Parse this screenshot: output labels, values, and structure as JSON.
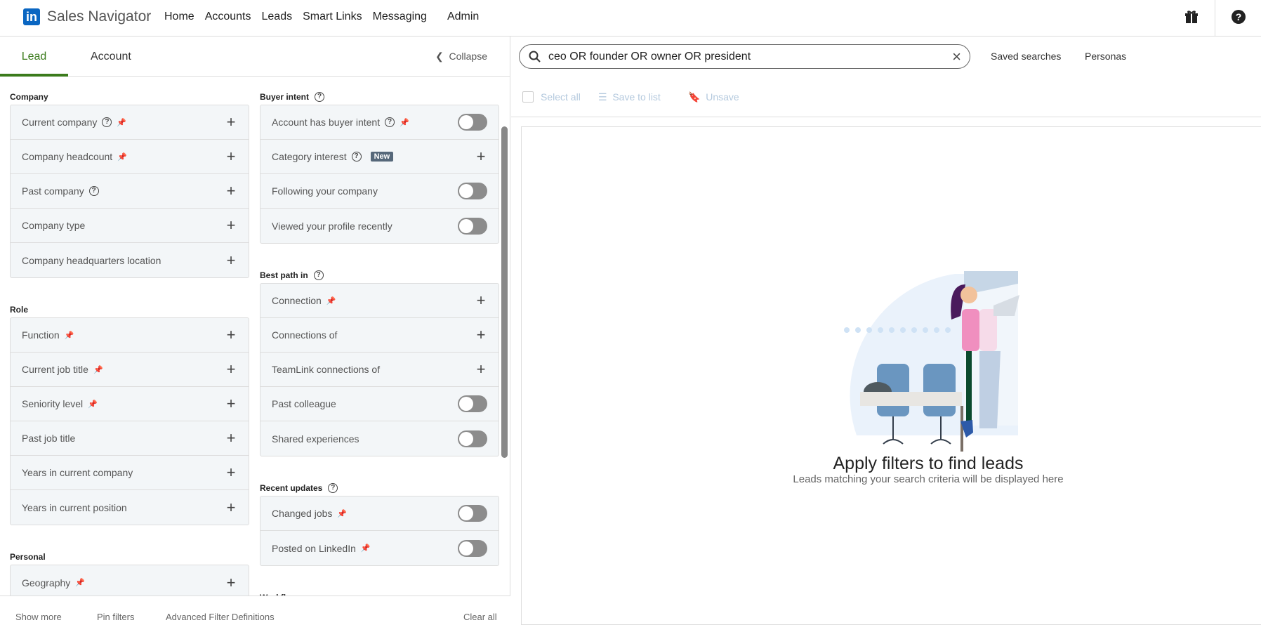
{
  "nav": {
    "brand": "Sales Navigator",
    "logo": "in",
    "items": [
      "Home",
      "Accounts",
      "Leads",
      "Smart Links",
      "Messaging",
      "Admin"
    ],
    "icons": [
      "gift-icon",
      "help-icon"
    ]
  },
  "filters": {
    "tabs": [
      "Lead",
      "Account"
    ],
    "active_tab": "Lead",
    "collapse": "Collapse",
    "company": {
      "title": "Company",
      "items": [
        {
          "label": "Current company",
          "help": true,
          "pin": true,
          "control": "plus"
        },
        {
          "label": "Company headcount",
          "help": false,
          "pin": true,
          "control": "plus"
        },
        {
          "label": "Past company",
          "help": true,
          "pin": false,
          "control": "plus"
        },
        {
          "label": "Company type",
          "control": "plus"
        },
        {
          "label": "Company headquarters location",
          "control": "plus"
        }
      ]
    },
    "role": {
      "title": "Role",
      "items": [
        {
          "label": "Function",
          "pin": true
        },
        {
          "label": "Current job title",
          "pin": true
        },
        {
          "label": "Seniority level",
          "pin": true
        },
        {
          "label": "Past job title"
        },
        {
          "label": "Years in current company"
        },
        {
          "label": "Years in current position"
        }
      ]
    },
    "personal": {
      "title": "Personal",
      "items": [
        {
          "label": "Geography",
          "pin": true
        }
      ]
    },
    "buyer_intent": {
      "title": "Buyer intent",
      "items": [
        {
          "label": "Account has buyer intent",
          "control": "toggle",
          "on": false
        },
        {
          "label": "Category interest",
          "badge": "New",
          "control": "plus"
        },
        {
          "label": "Following your company",
          "control": "toggle",
          "on": false
        },
        {
          "label": "Viewed your profile recently",
          "control": "toggle",
          "on": false
        }
      ]
    },
    "best_path": {
      "title": "Best path in",
      "items": [
        {
          "label": "Connection",
          "control": "plus"
        },
        {
          "label": "Connections of",
          "control": "plus"
        },
        {
          "label": "TeamLink connections of",
          "control": "plus"
        },
        {
          "label": "Past colleague",
          "control": "toggle",
          "on": false
        },
        {
          "label": "Shared experiences",
          "control": "toggle",
          "on": false
        }
      ]
    },
    "recent_updates": {
      "title": "Recent updates",
      "items": [
        {
          "label": "Changed jobs",
          "control": "toggle",
          "on": false
        },
        {
          "label": "Posted on LinkedIn",
          "control": "toggle",
          "on": false
        }
      ]
    },
    "workflow": {
      "title": "Workflow"
    },
    "bottom": {
      "show_more": "Show more",
      "pin_filters": "Pin filters",
      "advanced": "Advanced Filter Definitions",
      "clear_all": "Clear all"
    }
  },
  "search": {
    "value": "ceo OR founder OR owner OR president",
    "saved_searches": "Saved searches",
    "personas": "Personas"
  },
  "toolbar": {
    "select_all": "Select all",
    "save_to_list": "Save to list",
    "unsave": "Unsave"
  },
  "empty": {
    "title": "Apply filters to find leads",
    "subtitle": "Leads matching your search criteria will be displayed here"
  }
}
